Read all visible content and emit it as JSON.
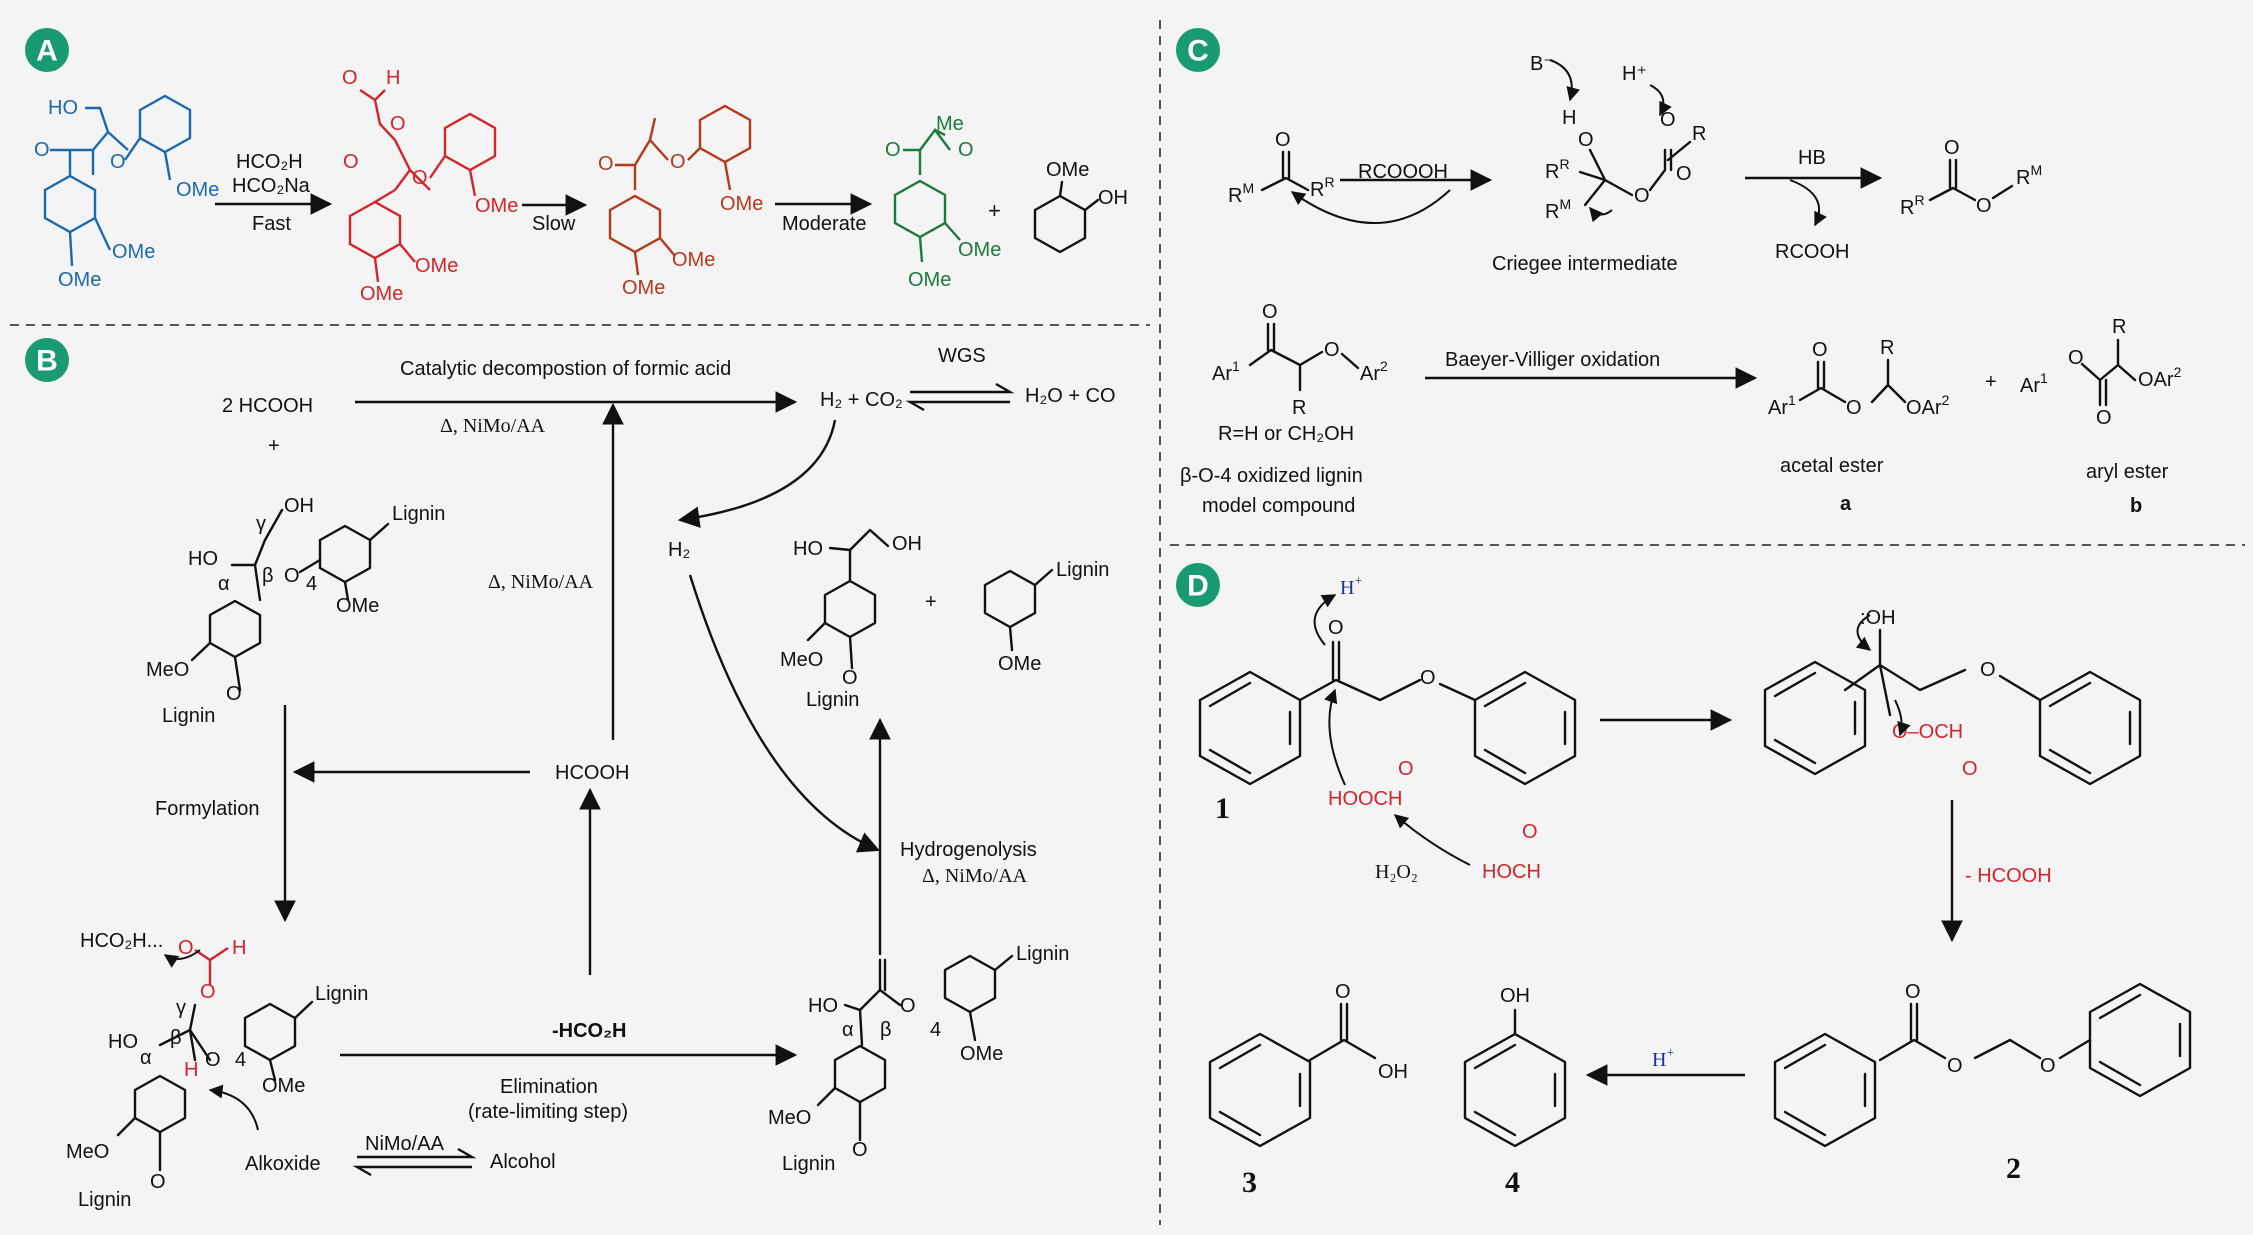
{
  "panels": {
    "a": {
      "badge": "A"
    },
    "b": {
      "badge": "B"
    },
    "c": {
      "badge": "C"
    },
    "d": {
      "badge": "D"
    }
  },
  "panel_a": {
    "reagent_1": "HCO₂H",
    "reagent_2": "HCO₂Na",
    "step_1": "Fast",
    "step_2": "Slow",
    "step_3": "Moderate",
    "plus": "+",
    "ho": "HO",
    "o": "O",
    "ome": "OMe",
    "oh": "OH",
    "h": "H",
    "me": "Me"
  },
  "panel_b": {
    "reactant_acid": "2 HCOOH",
    "plus": "+",
    "top_reaction": "Catalytic decompostion of formic acid",
    "top_conditions": "Δ, NiMo/AA",
    "wgs": "WGS",
    "h2_co2": "H₂ + CO₂",
    "h2o_co": "H₂O + CO",
    "h2": "H₂",
    "mid_conditions": "Δ, NiMo/AA",
    "hcooh": "HCOOH",
    "formylation": "Formylation",
    "elimination_minus": "-HCO₂H",
    "elimination": "Elimination",
    "rate_limiting": "(rate-limiting step)",
    "hydrogenolysis": "Hydrogenolysis",
    "hydrogenolysis_conditions": "Δ, NiMo/AA",
    "alkoxide": "Alkoxide",
    "alcohol": "Alcohol",
    "equilibrium_catalyst": "NiMo/AA",
    "lignin": "Lignin",
    "lignin_o": "Lignin",
    "meo": "MeO",
    "ome": "OMe",
    "ho": "HO",
    "oh": "OH",
    "o": "O",
    "alpha": "α",
    "beta": "β",
    "gamma": "γ",
    "four": "4",
    "hco2h_dots": "HCO₂H...",
    "h_red": "H",
    "o_red": "O"
  },
  "panel_c": {
    "b_minus": "B⁻",
    "h_plus": "H⁺",
    "rcoooh": "RCOOOH",
    "hb": "HB",
    "rcooh": "RCOOH",
    "criegee": "Criegee intermediate",
    "bv": "Baeyer-Villiger oxidation",
    "r_def": "R=H or CH₂OH",
    "model_1": "β-O-4 oxidized  lignin",
    "model_2": "model compound",
    "acetal": "acetal ester",
    "aryl": "aryl ester",
    "a": "a",
    "b": "b",
    "plus": "+",
    "rm": "R",
    "m": "M",
    "rr": "R",
    "r_sup": "R",
    "o": "O",
    "h": "H",
    "r": "R",
    "ar1": "Ar",
    "ar2": "Ar",
    "one": "1",
    "two": "2",
    "oar2": "OAr"
  },
  "panel_d": {
    "h_plus": "H",
    "plus_sup": "+",
    "o": "O",
    "hooch": "HOOCH",
    "h2o2": "H₂O₂",
    "hooh_src": "HOCH",
    "oh_colon": ":OH",
    "o_och": "O–OCH",
    "minus_hcooh": "- HCOOH",
    "oh": "OH",
    "c1": "1",
    "c2": "2",
    "c3": "3",
    "c4": "4"
  },
  "colors": {
    "badge": "#1a9a72",
    "blue": "#1c69b0",
    "red": "#d4262a",
    "brown": "#b5391c",
    "green": "#1d7a3c",
    "navy": "#1a2f9a"
  }
}
